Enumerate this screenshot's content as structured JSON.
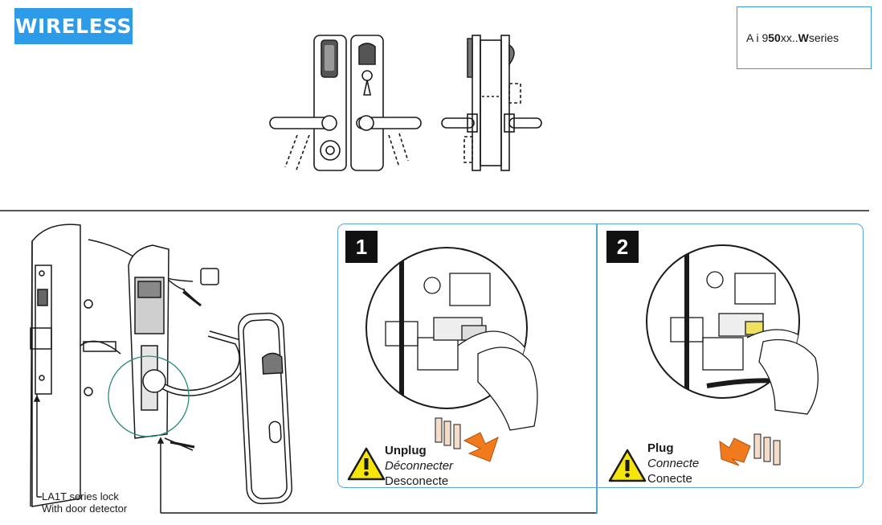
{
  "header": {
    "badge": "WIRELESS",
    "series": {
      "prefix": "A i 9",
      "bold_mid": "50",
      "mid": "xx..",
      "bold_end": "W",
      "suffix": " series"
    }
  },
  "steps": [
    {
      "number": "1",
      "title": "Unplug",
      "line_fr": "Déconnecter",
      "line_es": "Desconecte"
    },
    {
      "number": "2",
      "title": "Plug",
      "line_fr": "Connecte",
      "line_es": "Conecte"
    }
  ],
  "lock_label": {
    "line1": "LA1T series lock",
    "line2": "With door detector"
  },
  "colors": {
    "badge": "#2d9be8",
    "frame": "#55a7d9",
    "warning": "#f5e50a",
    "arrow": "#f07a1c"
  },
  "icons": [
    "warning-icon",
    "arrow-out-icon",
    "arrow-in-icon"
  ]
}
